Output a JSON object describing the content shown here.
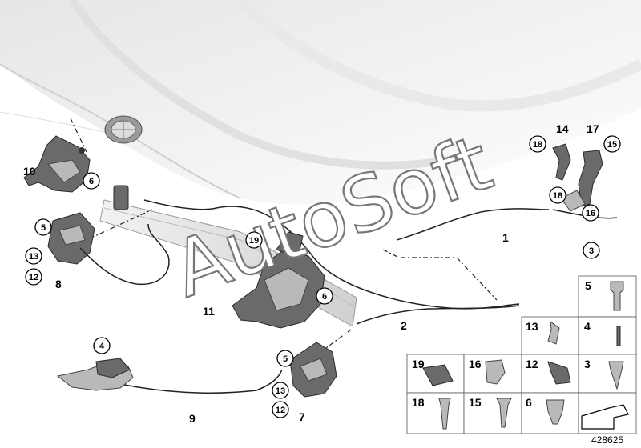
{
  "watermark": "AutoSoft",
  "diagram_id": "428625",
  "callouts": [
    {
      "id": "c14",
      "text": "14"
    },
    {
      "id": "c17",
      "text": "17"
    },
    {
      "id": "c18a",
      "text": "18"
    },
    {
      "id": "c15a",
      "text": "15"
    },
    {
      "id": "c18b",
      "text": "18"
    },
    {
      "id": "c16a",
      "text": "16"
    },
    {
      "id": "c1",
      "text": "1"
    },
    {
      "id": "c3a",
      "text": "3"
    },
    {
      "id": "c10",
      "text": "10"
    },
    {
      "id": "c6a",
      "text": "6"
    },
    {
      "id": "c5a",
      "text": "5"
    },
    {
      "id": "c13a",
      "text": "13"
    },
    {
      "id": "c12a",
      "text": "12"
    },
    {
      "id": "c8",
      "text": "8"
    },
    {
      "id": "c19a",
      "text": "19"
    },
    {
      "id": "c6b",
      "text": "6"
    },
    {
      "id": "c11",
      "text": "11"
    },
    {
      "id": "c2",
      "text": "2"
    },
    {
      "id": "c4a",
      "text": "4"
    },
    {
      "id": "c5b",
      "text": "5"
    },
    {
      "id": "c13b",
      "text": "13"
    },
    {
      "id": "c12b",
      "text": "12"
    },
    {
      "id": "c7",
      "text": "7"
    },
    {
      "id": "c9",
      "text": "9"
    }
  ],
  "parts_grid": [
    {
      "text": "5"
    },
    {
      "text": "13"
    },
    {
      "text": "4"
    },
    {
      "text": "19"
    },
    {
      "text": "16"
    },
    {
      "text": "12"
    },
    {
      "text": "3"
    },
    {
      "text": "18"
    },
    {
      "text": "15"
    },
    {
      "text": "6"
    }
  ]
}
